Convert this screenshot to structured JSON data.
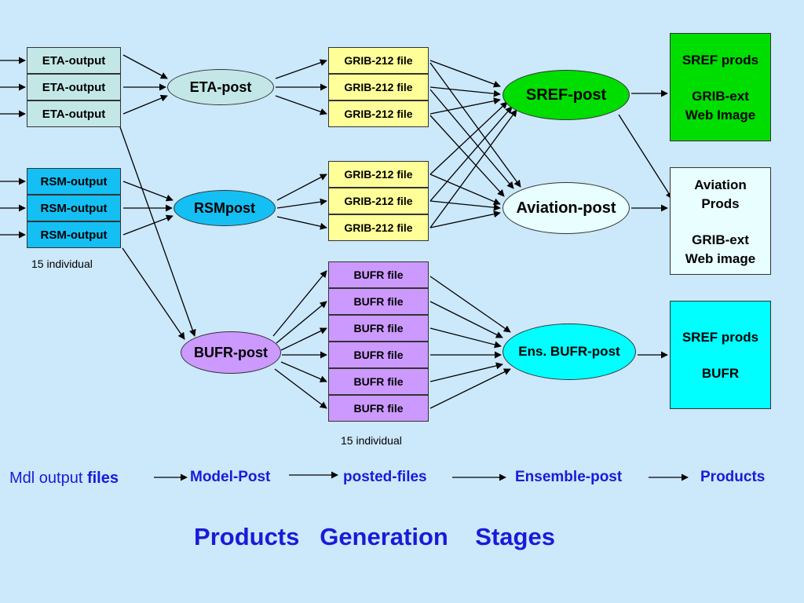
{
  "model_outputs": {
    "eta": [
      "ETA-output",
      "ETA-output",
      "ETA-output"
    ],
    "rsm": [
      "RSM-output",
      "RSM-output",
      "RSM-output"
    ],
    "note": "15 individual"
  },
  "post_nodes": {
    "eta_post": "ETA-post",
    "rsm_post": "RSMpost",
    "bufr_post": "BUFR-post"
  },
  "posted_files": {
    "grib_top": [
      "GRIB-212 file",
      "GRIB-212 file",
      "GRIB-212 file"
    ],
    "grib_mid": [
      "GRIB-212 file",
      "GRIB-212 file",
      "GRIB-212 file"
    ],
    "bufr": [
      "BUFR file",
      "BUFR file",
      "BUFR file",
      "BUFR file",
      "BUFR file",
      "BUFR file"
    ],
    "note": "15 individual"
  },
  "ensemble_nodes": {
    "sref_post": "SREF-post",
    "aviation_post": "Aviation-post",
    "ens_bufr_post": "Ens. BUFR-post"
  },
  "products": {
    "sref": {
      "line1": "SREF prods",
      "line2": "GRIB-ext",
      "line3": "Web Image"
    },
    "aviation": {
      "line1": "Aviation",
      "line2": "Prods",
      "line3": "GRIB-ext",
      "line4": "Web image"
    },
    "bufr": {
      "line1": "SREF prods",
      "line2": "BUFR"
    }
  },
  "stages": {
    "s1_plain": "Mdl output ",
    "s1_bold": "files",
    "s2": "Model-Post",
    "s3": "posted-files",
    "s4": "Ensemble-post",
    "s5": "Products"
  },
  "title": "Products   Generation    Stages",
  "colors": {
    "background": "#cce8fb",
    "eta": "#c3e7e7",
    "rsm": "#14bff3",
    "grib": "#ffff99",
    "bufr": "#cc99ff",
    "sref_green": "#00dd00",
    "aviation": "#e8feff",
    "cyan": "#00ffff",
    "accent_blue": "#1a1ad9"
  }
}
